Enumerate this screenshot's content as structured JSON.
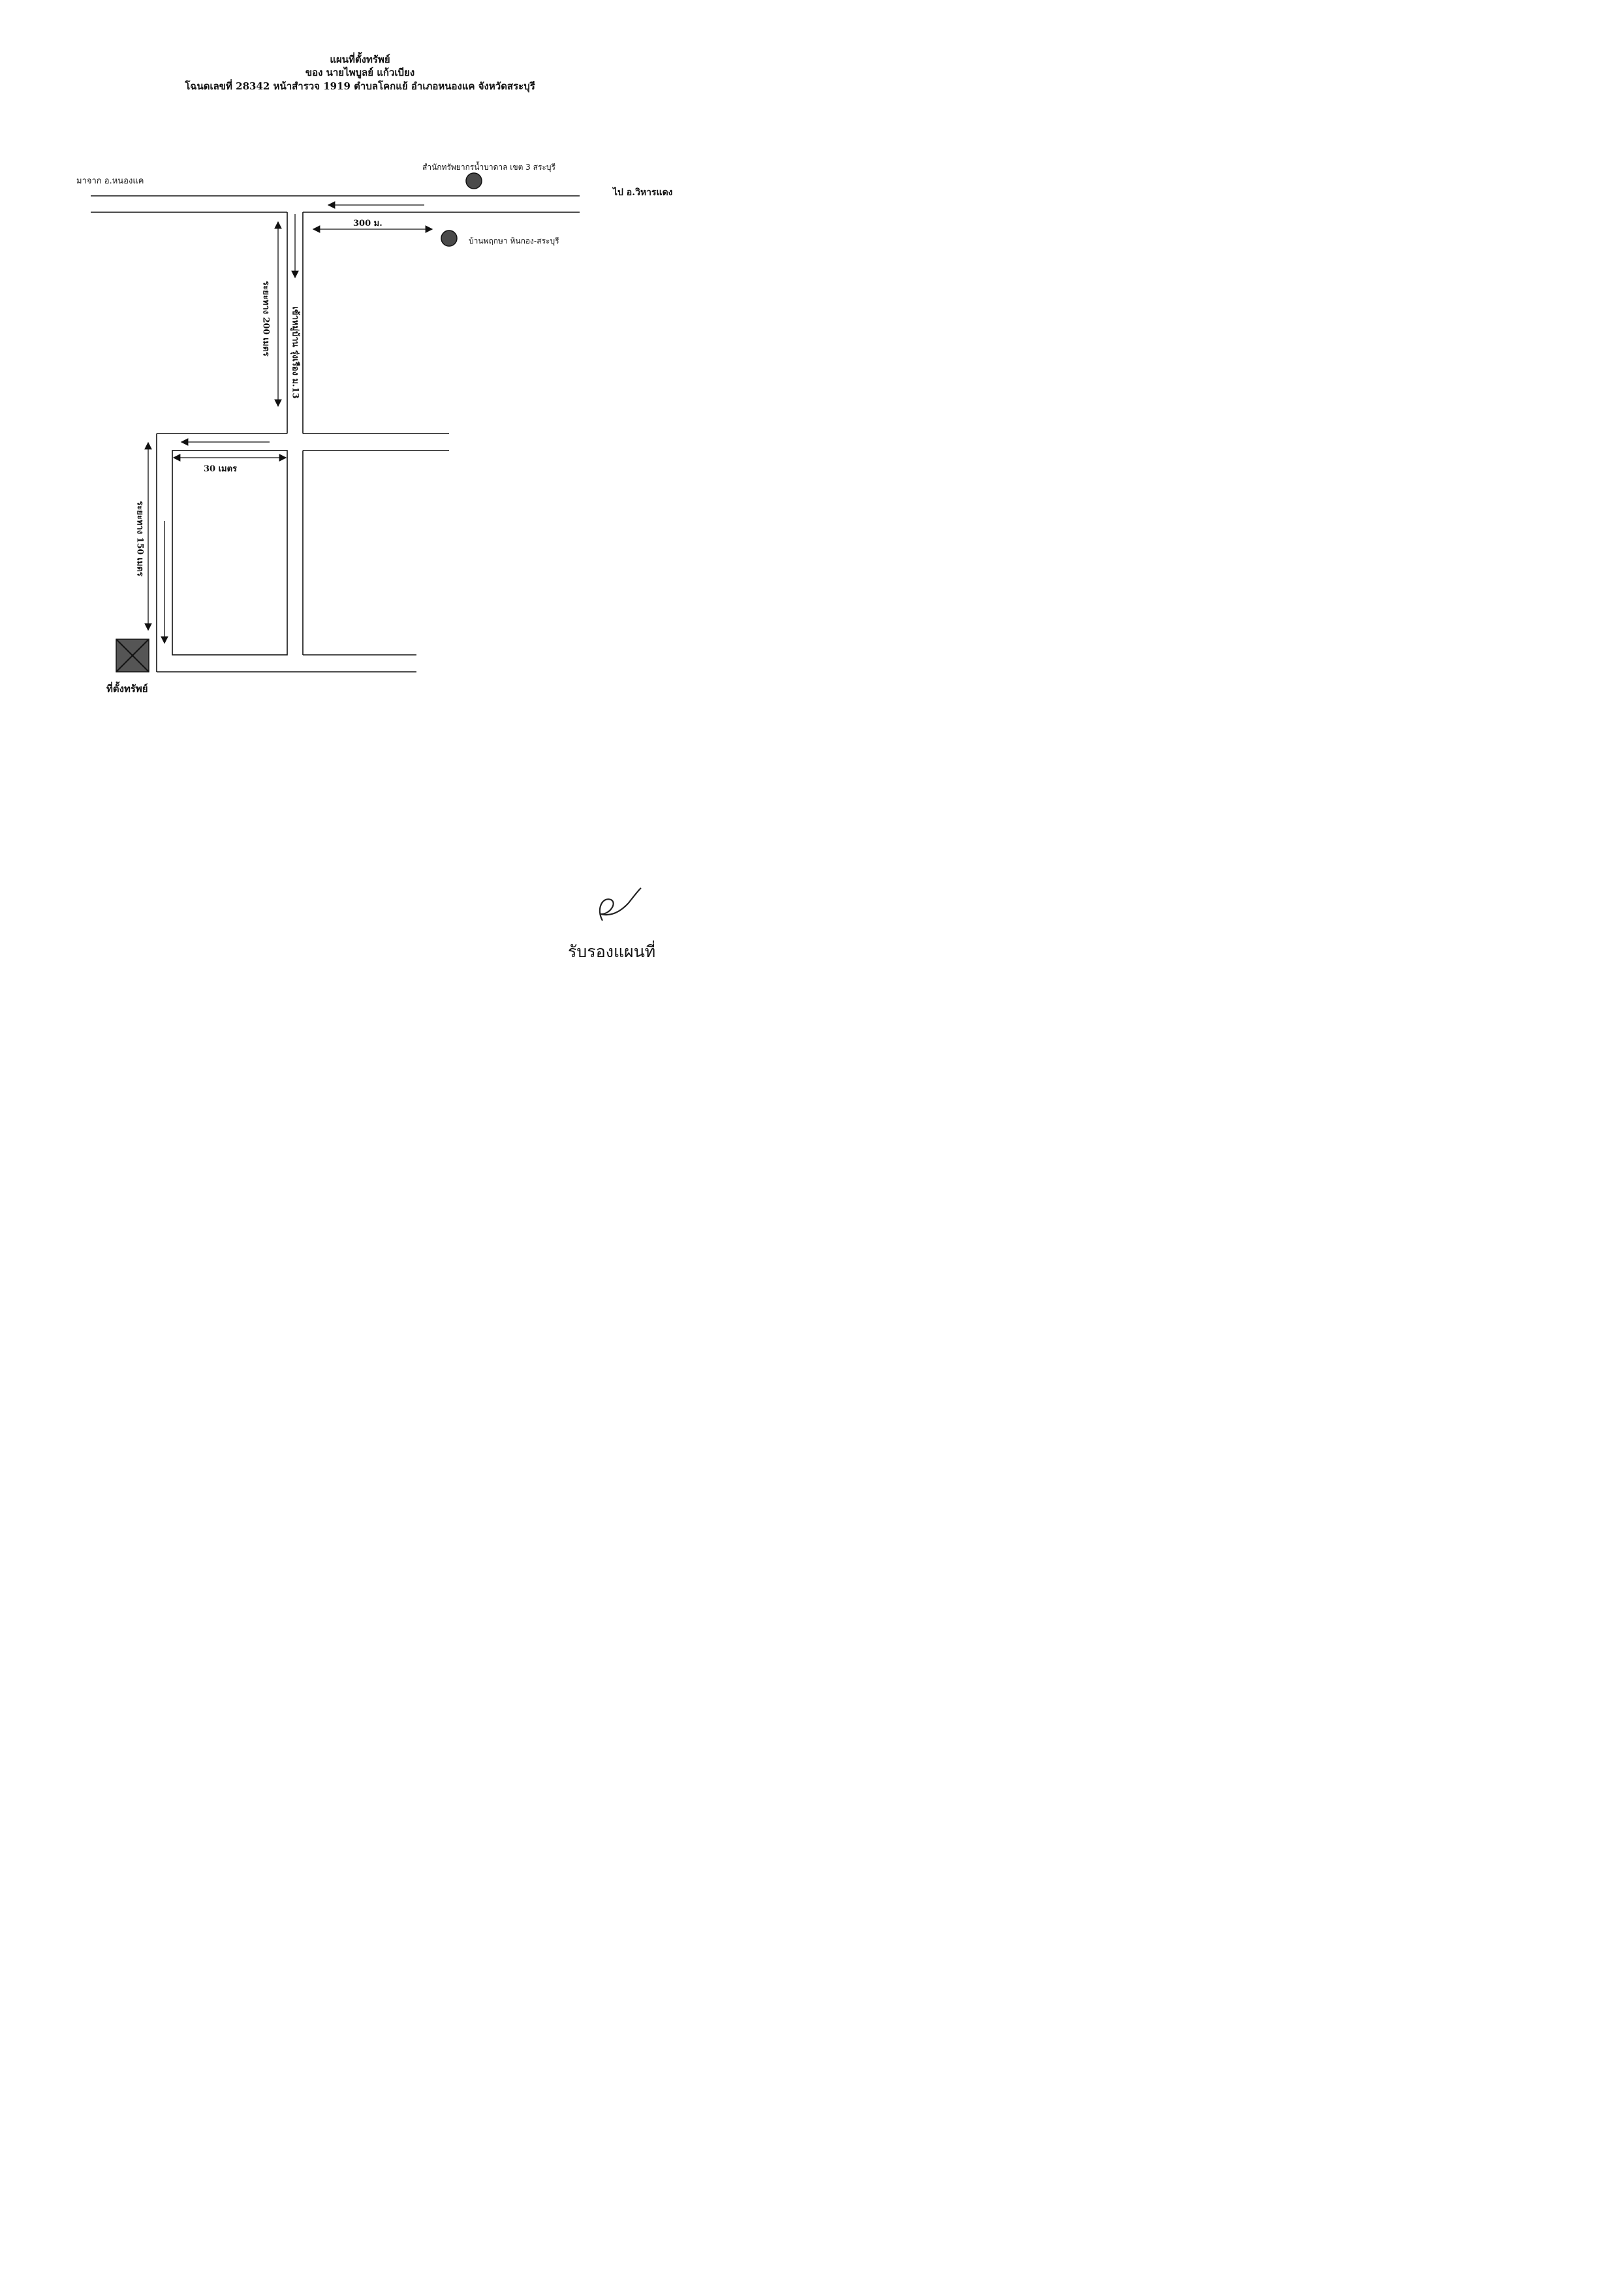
{
  "header": {
    "line1": "แผนที่ตั้งทรัพย์",
    "line2": "ของ นายไพบูลย์ แก้วเบียง",
    "line3": "โฉนดเลขที่ 28342 หน้าสำรวจ  1919 ตำบลโคกแย้ อำเภอหนองแค  จังหวัดสระบุรี"
  },
  "map": {
    "from_label": "มาจาก อ.หนองแค",
    "to_label": "ไป อ.วิหารแดง",
    "landmark_office": "สำนักทรัพยากรน้ำบาดาล เขต 3 สระบุรี",
    "landmark_village": "บ้านพฤกษา หินกอง-สระบุรี",
    "dist_300": "300 ม.",
    "dist_200": "ระยะทาง 200 เมตร",
    "road_name": "เข้าหมู่บ้าน รุ่งเรือง ม.13",
    "dist_30": "30 เมตร",
    "dist_150": "ระยะทาง 150 เมตร",
    "property_label": "ที่ตั้งทรัพย์",
    "colors": {
      "line": "#111111",
      "marker": "#555555",
      "dot": "#4a4a4a"
    }
  },
  "footer": {
    "certify_label": "รับรองแผนที่"
  }
}
